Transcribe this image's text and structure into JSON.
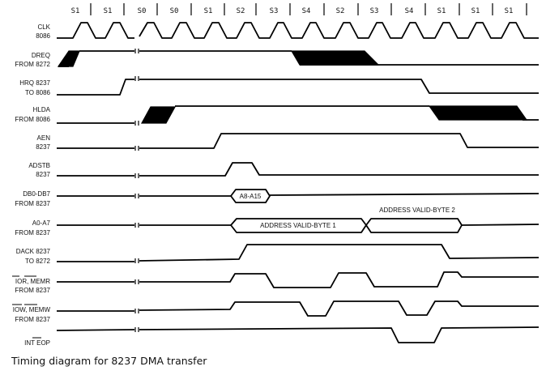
{
  "states": [
    "S1",
    "S1",
    "S0",
    "S0",
    "S1",
    "S2",
    "S3",
    "S4",
    "S2",
    "S3",
    "S4",
    "S1",
    "S1",
    "S1"
  ],
  "signals": [
    {
      "line1": "CLK",
      "line2": "8086"
    },
    {
      "line1": "DREQ",
      "line2": "FROM 8272"
    },
    {
      "line1": "HRQ 8237",
      "line2": "TO 8086"
    },
    {
      "line1": "HLDA",
      "line2": "FROM 8086"
    },
    {
      "line1": "AEN",
      "line2": "8237"
    },
    {
      "line1": "ADSTB",
      "line2": "8237"
    },
    {
      "line1": "DB0-DB7",
      "line2": "FROM 8237"
    },
    {
      "line1": "A0-A7",
      "line2": "FROM 8237"
    },
    {
      "line1": "DACK 8237",
      "line2": "TO 8272"
    },
    {
      "line1": "IOR, MEMR",
      "line2": "FROM 8237"
    },
    {
      "line1": "IOW, MEMW",
      "line2": "FROM 8237"
    },
    {
      "line1": "INT EOP",
      "line2": ""
    }
  ],
  "bus_labels": {
    "db_high_address": "A8-A15",
    "address_byte1": "ADDRESS VALID-BYTE 1",
    "address_byte2": "ADDRESS VALID-BYTE 2"
  },
  "caption": "Timing diagram for 8237 DMA transfer"
}
